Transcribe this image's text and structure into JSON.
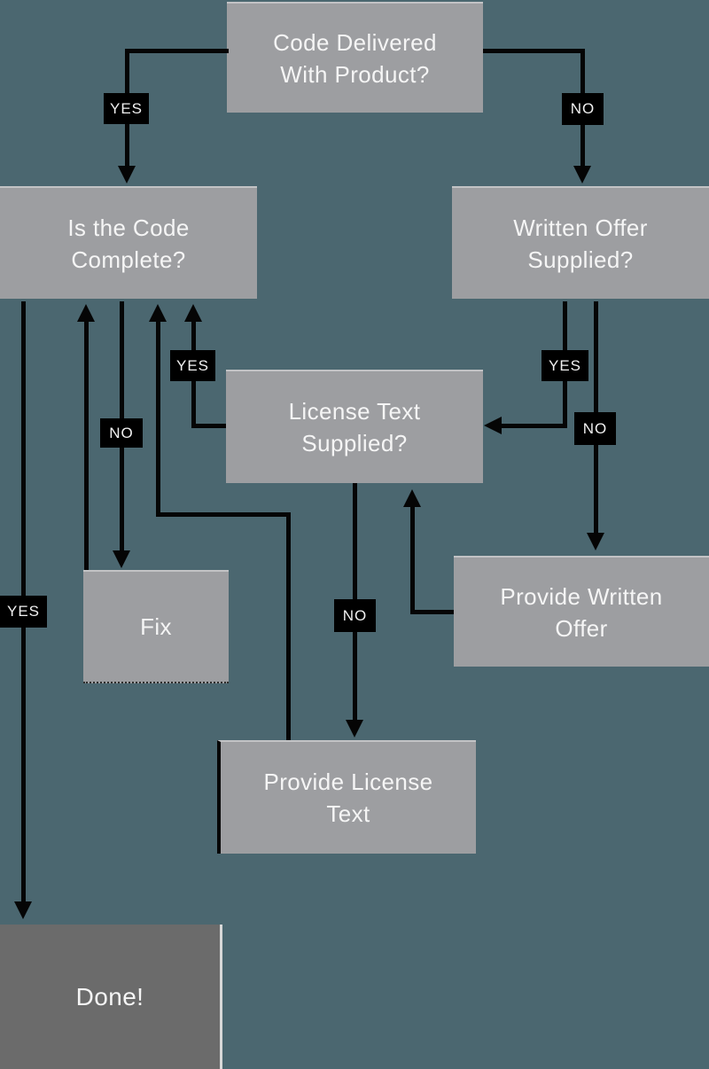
{
  "colors": {
    "background": "#4b6770",
    "node_fill": "#9d9ea1",
    "node_fill_dark": "#6b6b6b",
    "node_text": "#f5f5f5",
    "connector": "#050505",
    "badge_fill": "#000000",
    "badge_text": "#f0f0f0"
  },
  "nodes": {
    "code_delivered": {
      "lines": [
        "Code Delivered",
        "With Product?"
      ]
    },
    "is_code_complete": {
      "lines": [
        "Is the Code",
        "Complete?"
      ]
    },
    "written_offer": {
      "lines": [
        "Written Offer",
        "Supplied?"
      ]
    },
    "license_text": {
      "lines": [
        "License Text",
        "Supplied?"
      ]
    },
    "fix": {
      "lines": [
        "Fix"
      ]
    },
    "provide_written_offer": {
      "lines": [
        "Provide Written",
        "Offer"
      ]
    },
    "provide_license_text": {
      "lines": [
        "Provide License",
        "Text"
      ]
    },
    "done": {
      "lines": [
        "Done!"
      ]
    }
  },
  "edges": [
    {
      "from": "code_delivered",
      "to": "is_code_complete",
      "label": "YES"
    },
    {
      "from": "code_delivered",
      "to": "written_offer",
      "label": "NO"
    },
    {
      "from": "is_code_complete",
      "to": "done",
      "label": "YES"
    },
    {
      "from": "is_code_complete",
      "to": "fix",
      "label": "NO"
    },
    {
      "from": "license_text",
      "to": "is_code_complete",
      "label": "YES"
    },
    {
      "from": "written_offer",
      "to": "license_text",
      "label": "YES"
    },
    {
      "from": "written_offer",
      "to": "provide_written_offer",
      "label": "NO"
    },
    {
      "from": "license_text",
      "to": "provide_license_text",
      "label": "NO"
    },
    {
      "from": "fix",
      "to": "is_code_complete",
      "label": ""
    },
    {
      "from": "provide_written_offer",
      "to": "license_text",
      "label": ""
    },
    {
      "from": "provide_license_text",
      "to": "is_code_complete",
      "label": ""
    }
  ]
}
